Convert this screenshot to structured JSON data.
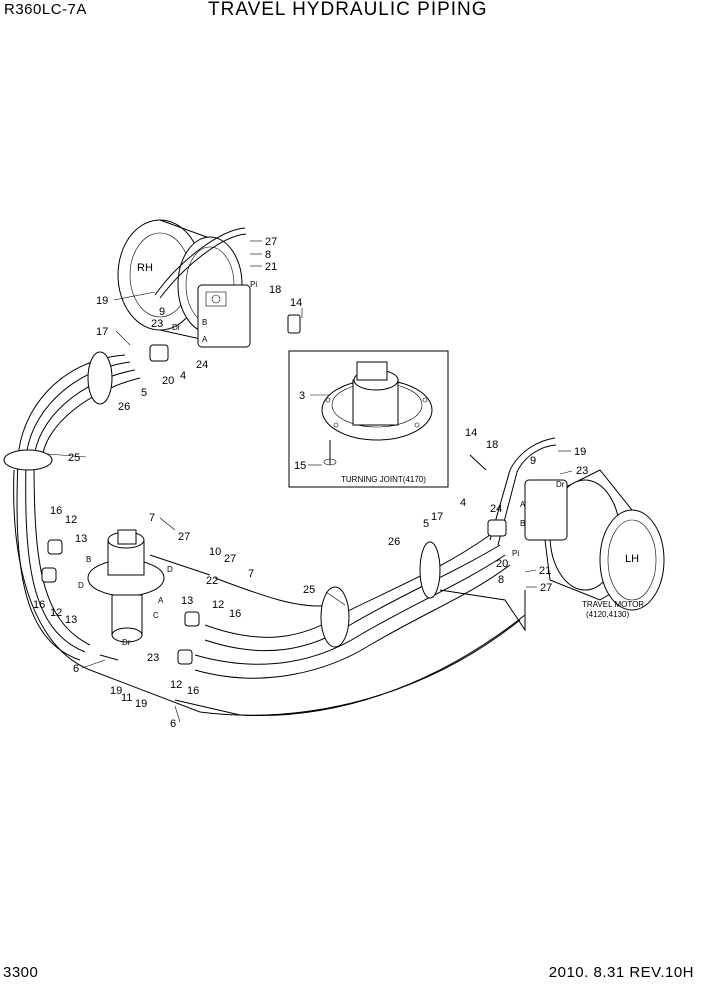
{
  "header": {
    "model": "R360LC-7A",
    "title": "TRAVEL HYDRAULIC PIPING"
  },
  "footer": {
    "page": "3300",
    "date_rev": "2010. 8.31  REV.10H"
  },
  "motors": {
    "rh_label": "RH",
    "lh_label": "LH",
    "travel_motor_title": "TRAVEL MOTOR",
    "travel_motor_ref": "(4120,4130)"
  },
  "inset": {
    "label": "TURNING JOINT(4170)"
  },
  "port_labels": {
    "pi": "Pi",
    "dr": "Dr",
    "a": "A",
    "b": "B",
    "c": "C",
    "d": "D"
  },
  "callouts": {
    "n3": "3",
    "n4": "4",
    "n5": "5",
    "n6": "6",
    "n7": "7",
    "n8": "8",
    "n9": "9",
    "n10": "10",
    "n11": "11",
    "n12": "12",
    "n13": "13",
    "n14": "14",
    "n15": "15",
    "n16": "16",
    "n17": "17",
    "n18": "18",
    "n19": "19",
    "n20": "20",
    "n21": "21",
    "n22": "22",
    "n23": "23",
    "n24": "24",
    "n25": "25",
    "n26": "26",
    "n27": "27"
  }
}
